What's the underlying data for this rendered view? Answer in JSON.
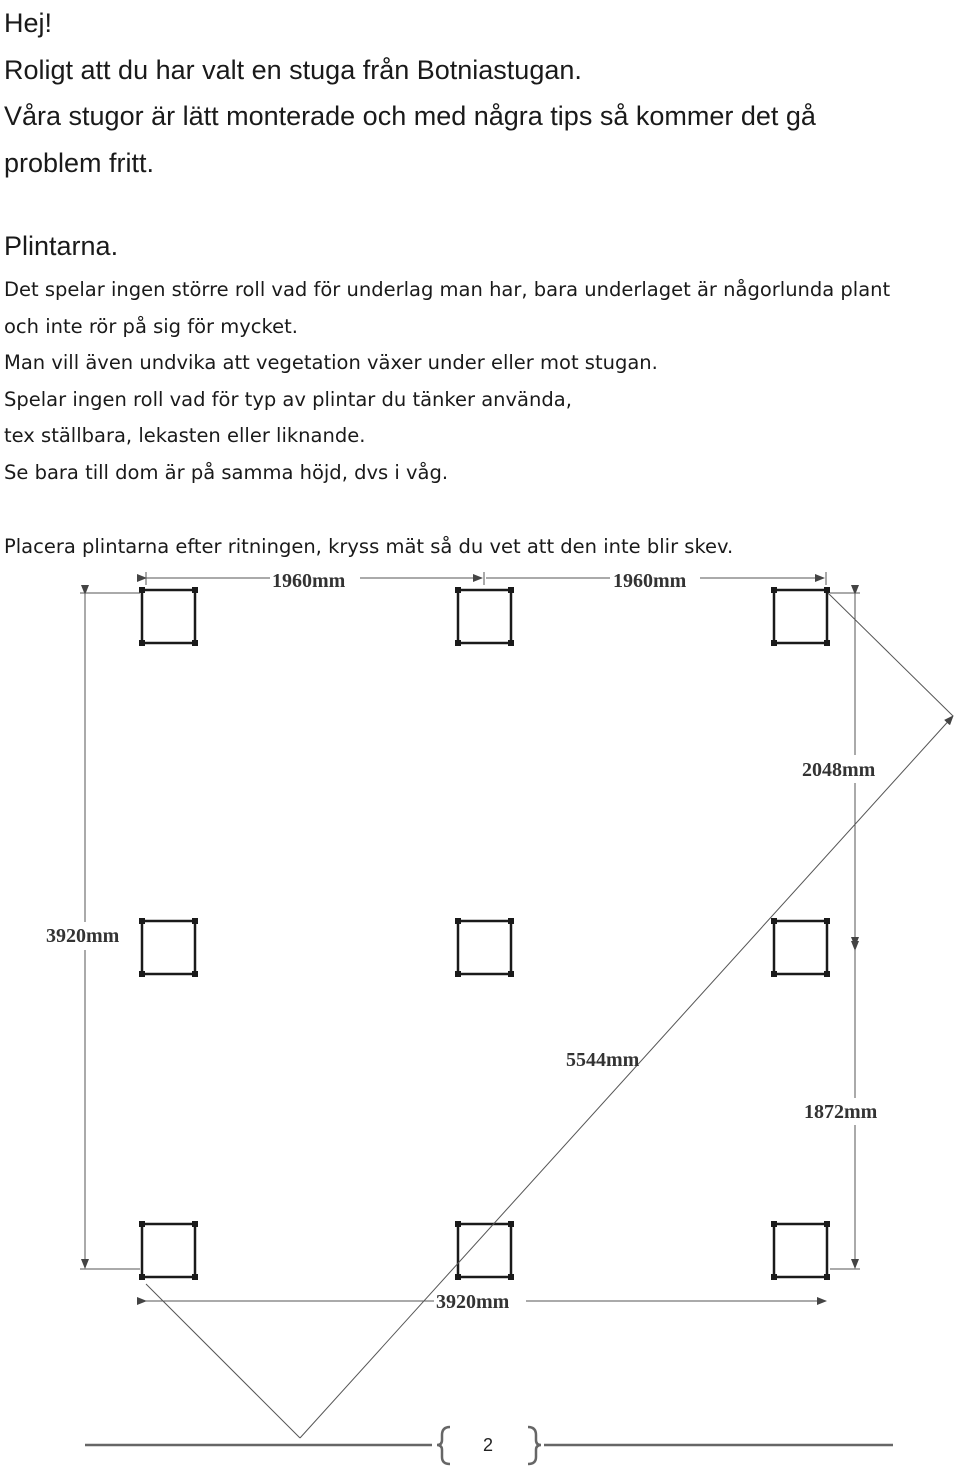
{
  "intro": {
    "greeting": "Hej!",
    "line1": "Roligt att du har valt en stuga från Botniastugan.",
    "line2": "Våra stugor är lätt monterade och med några tips så kommer det gå",
    "line3": "problem fritt."
  },
  "section": {
    "heading": "Plintarna.",
    "lines": [
      "Det spelar ingen större roll vad för underlag man har, bara underlaget är någorlunda plant",
      "och inte rör på sig för mycket.",
      "Man vill även undvika att vegetation växer under eller mot stugan.",
      "Spelar ingen roll vad för typ av plintar du tänker använda,",
      "tex ställbara, lekasten eller liknande.",
      "Se bara till dom är på samma höjd, dvs i våg."
    ],
    "placement": "Placera plintarna efter ritningen, kryss mät så du vet att den inte blir skev."
  },
  "drawing": {
    "top_left_span": "1960mm",
    "top_right_span": "1960mm",
    "right_upper_span": "2048mm",
    "left_span": "3920mm",
    "diagonal": "5544mm",
    "right_lower_span": "1872mm",
    "bottom_span": "3920mm"
  },
  "footer": {
    "page_number": "2"
  }
}
